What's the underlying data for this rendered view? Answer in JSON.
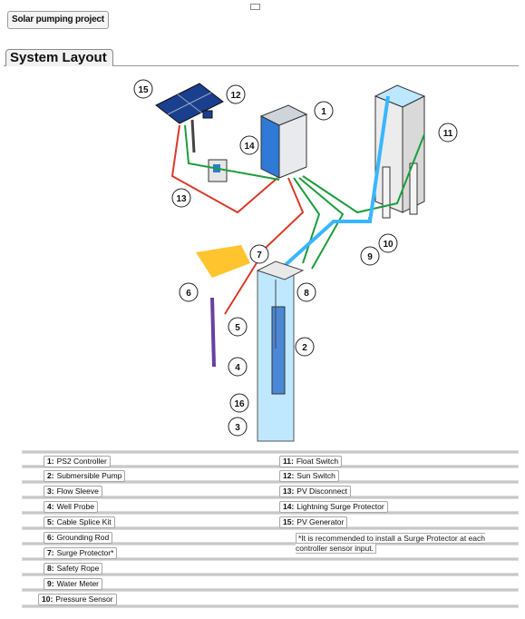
{
  "header": {
    "project_title": "Solar pumping project"
  },
  "section": {
    "title": "System Layout"
  },
  "diagram": {
    "callouts": [
      "1",
      "2",
      "3",
      "4",
      "5",
      "6",
      "7",
      "8",
      "9",
      "10",
      "11",
      "12",
      "13",
      "14",
      "15",
      "16"
    ],
    "colors": {
      "water": "#39b6ff",
      "wire_red": "#d83a2a",
      "wire_green": "#1c9d3c",
      "pad": "#ffc42e",
      "panel": "#1b3f8f",
      "controller": "#2f7ad6"
    }
  },
  "legend": {
    "left": [
      {
        "num": "1:",
        "label": "PS2 Controller"
      },
      {
        "num": "2:",
        "label": "Submersible Pump"
      },
      {
        "num": "3:",
        "label": "Flow Sleeve"
      },
      {
        "num": "4:",
        "label": "Well Probe"
      },
      {
        "num": "5:",
        "label": "Cable Splice Kit"
      },
      {
        "num": "6:",
        "label": "Grounding Rod"
      },
      {
        "num": "7:",
        "label": "Surge Protector*"
      },
      {
        "num": "8:",
        "label": "Safety Rope"
      },
      {
        "num": "9:",
        "label": "Water Meter"
      },
      {
        "num": "10:",
        "label": "Pressure Sensor"
      }
    ],
    "right": [
      {
        "num": "11:",
        "label": "Float Switch"
      },
      {
        "num": "12:",
        "label": "Sun Switch"
      },
      {
        "num": "13:",
        "label": "PV Disconnect"
      },
      {
        "num": "14:",
        "label": "Lightning Surge Protector"
      },
      {
        "num": "15:",
        "label": "PV Generator"
      }
    ],
    "note": "*It is recommended to install a Surge Protector at each controller sensor input."
  }
}
